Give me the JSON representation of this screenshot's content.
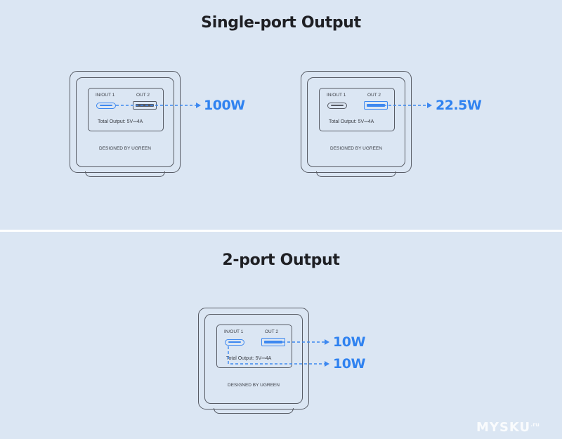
{
  "section1": {
    "title": "Single-port Output"
  },
  "section2": {
    "title": "2-port Output"
  },
  "device_labels": {
    "port1": "IN/OUT 1",
    "port2": "OUT 2",
    "total": "Total Output: 5V⎓4A",
    "brand": "DESIGNED BY UGREEN"
  },
  "outputs": {
    "a": "100W",
    "b": "22.5W",
    "c1": "10W",
    "c2": "10W"
  },
  "colors": {
    "accent": "#2f82f0",
    "background": "#dbe6f3",
    "outline": "#575b64"
  },
  "watermark": {
    "text": "MYSKU",
    "suffix": ".ru"
  }
}
